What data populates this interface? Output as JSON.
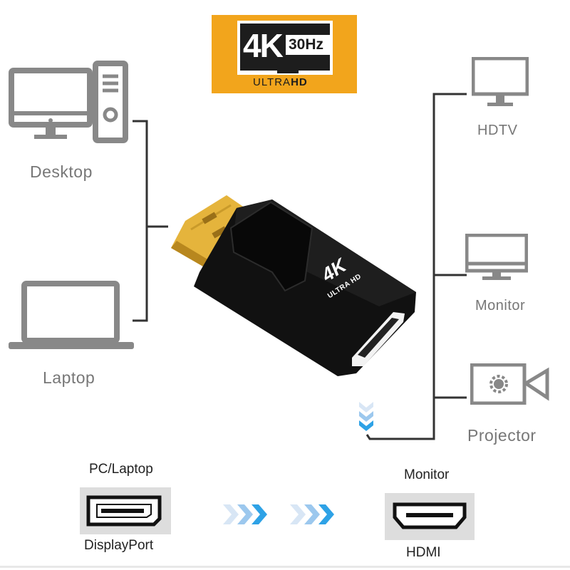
{
  "badge": {
    "resolution": "4K",
    "refresh": "30Hz",
    "tagline_a": "ULTRA",
    "tagline_b": "HD"
  },
  "sources": [
    {
      "label": "Desktop",
      "icon": "desktop-computer-icon"
    },
    {
      "label": "Laptop",
      "icon": "laptop-icon"
    }
  ],
  "displays": [
    {
      "label": "HDTV",
      "icon": "tv-icon"
    },
    {
      "label": "Monitor",
      "icon": "monitor-icon"
    },
    {
      "label": "Projector",
      "icon": "projector-icon"
    }
  ],
  "adapter": {
    "mark": "4K",
    "sub": "ULTRA HD"
  },
  "bottom": {
    "input_heading": "PC/Laptop",
    "input_port": "DisplayPort",
    "output_heading": "Monitor",
    "output_port": "HDMI"
  },
  "colors": {
    "badge_bg": "#f2a51c",
    "arrow_blue": "#2ea2e6",
    "icon_gray": "#888888",
    "plug_gold": "#e5b43c",
    "adapter_black": "#111111"
  }
}
